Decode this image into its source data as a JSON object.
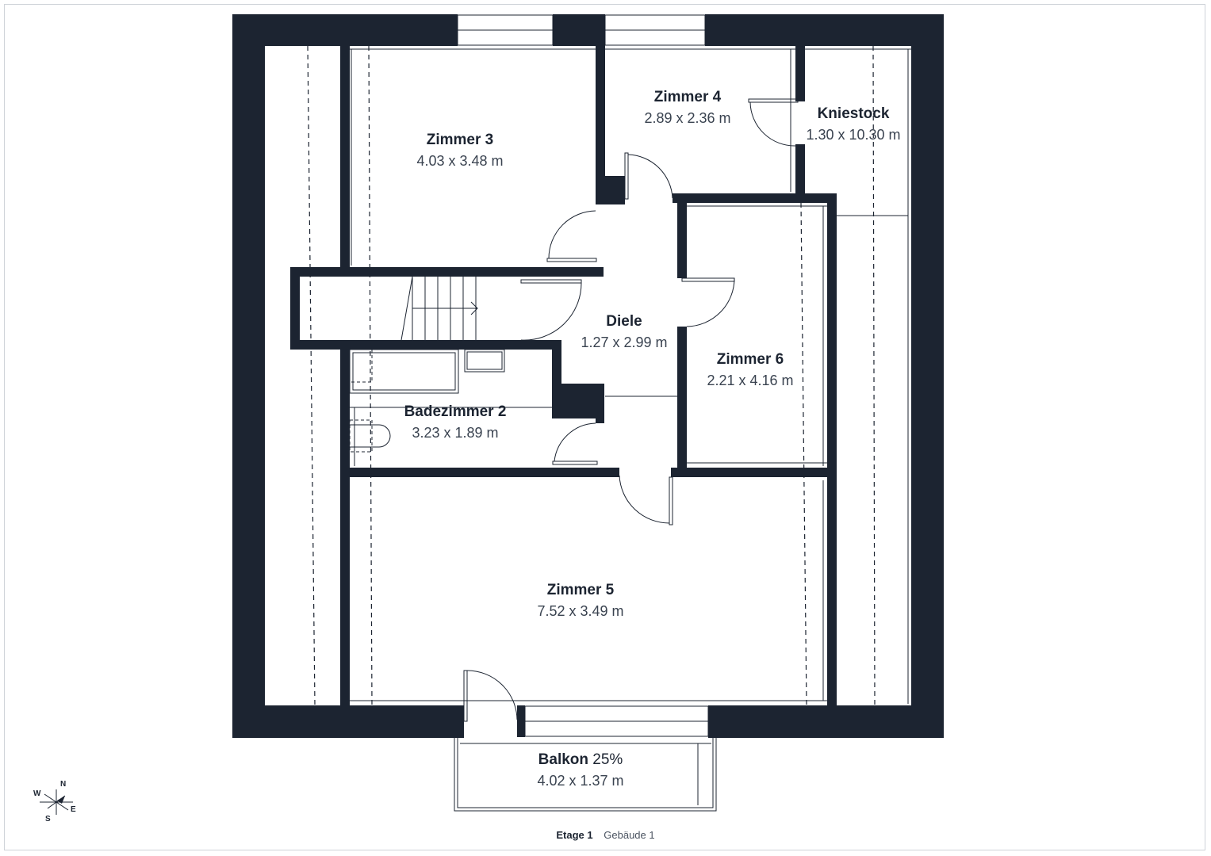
{
  "colors": {
    "wall": "#1c2431",
    "line": "#1c2431",
    "background": "#ffffff"
  },
  "rooms": [
    {
      "id": "zimmer-3",
      "name": "Zimmer 3",
      "suffix": "",
      "dimensions": "4.03 x 3.48 m"
    },
    {
      "id": "zimmer-4",
      "name": "Zimmer 4",
      "suffix": "",
      "dimensions": "2.89 x 2.36 m"
    },
    {
      "id": "kniestock",
      "name": "Kniestock",
      "suffix": "",
      "dimensions": "1.30 x 10.30 m"
    },
    {
      "id": "diele",
      "name": "Diele",
      "suffix": "",
      "dimensions": "1.27 x 2.99 m"
    },
    {
      "id": "zimmer-6",
      "name": "Zimmer 6",
      "suffix": "",
      "dimensions": "2.21 x 4.16 m"
    },
    {
      "id": "badezimmer-2",
      "name": "Badezimmer 2",
      "suffix": "",
      "dimensions": "3.23 x 1.89 m"
    },
    {
      "id": "zimmer-5",
      "name": "Zimmer 5",
      "suffix": "",
      "dimensions": "7.52 x 3.49 m"
    },
    {
      "id": "balkon",
      "name": "Balkon",
      "suffix": " 25%",
      "dimensions": "4.02 x 1.37 m"
    }
  ],
  "compass": {
    "n": "N",
    "e": "E",
    "s": "S",
    "w": "W"
  },
  "footer": {
    "floor": "Etage 1",
    "building": "Gebäude 1"
  }
}
